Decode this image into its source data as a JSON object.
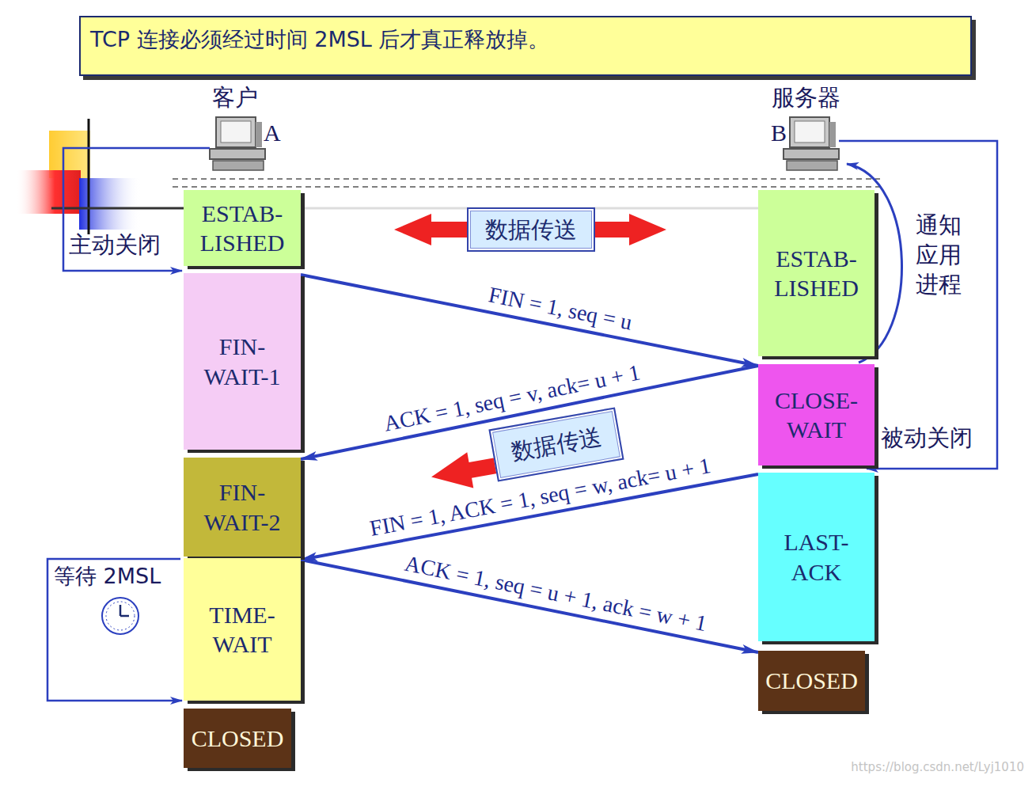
{
  "diagram": {
    "title": "TCP 连接必须经过时间 2MSL 后才真正释放掉。",
    "nodes": [
      {
        "text": [
          "ESTAB- LISHED"
        ]
      },
      {
        "text": [
          "FIN- WAIT-1"
        ]
      },
      {
        "text": [
          "FIN- WAIT-2"
        ]
      },
      {
        "text": [
          "TIME- WAIT"
        ]
      },
      {
        "text": [
          "CLOSED"
        ]
      },
      {
        "text": [
          "ESTAB- LISHED"
        ]
      },
      {
        "text": [
          "CLOSE- WAIT"
        ]
      },
      {
        "text": [
          "LAST- ACK"
        ]
      },
      {
        "text": [
          "CLOSED"
        ]
      },
      {
        "text": [
          "数据传送"
        ]
      },
      {
        "text": [
          "数据传送"
        ]
      }
    ],
    "edges": [
      {
        "from": 1,
        "to": 6,
        "arrow": "to",
        "label": "FIN = 1, seq = u"
      },
      {
        "from": 6,
        "to": 2,
        "arrow": "to",
        "label": "ACK = 1, seq = v, ack= u + 1"
      },
      {
        "from": 7,
        "to": 3,
        "arrow": "to",
        "label": "FIN = 1, ACK = 1, seq = w, ack= u + 1"
      },
      {
        "from": 3,
        "to": 8,
        "arrow": "to",
        "label": "ACK = 1, seq = u + 1, ack = w + 1"
      }
    ],
    "labels": [
      "客户",
      "A",
      "服务器",
      "B",
      "主动关闭",
      "通知应用进程",
      "被动关闭",
      "等待 2MSL",
      "https://blog.csdn.net/Lyj1010"
    ]
  }
}
